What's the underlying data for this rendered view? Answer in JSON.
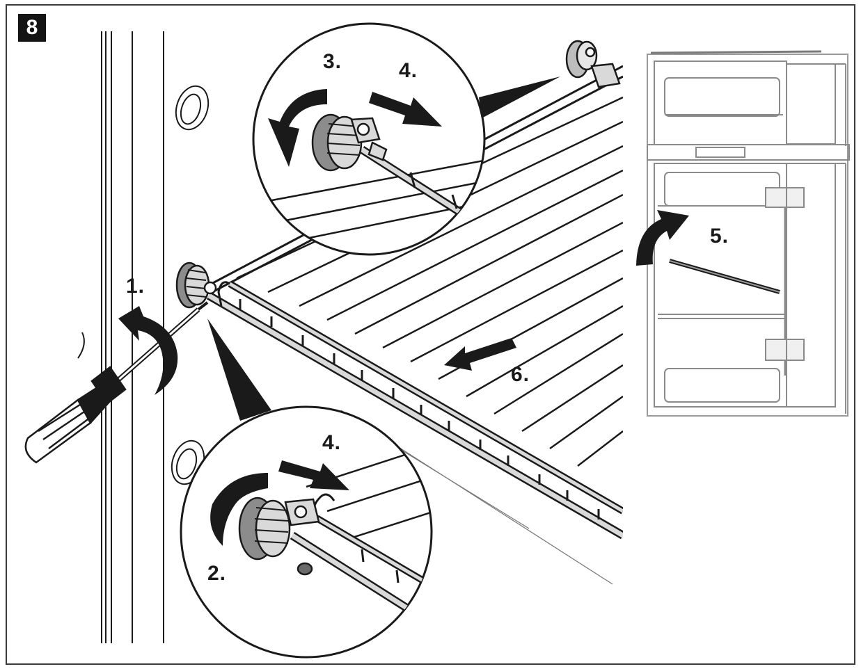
{
  "figure": {
    "number": "8",
    "steps": {
      "s1": "1.",
      "s2": "2.",
      "s3": "3.",
      "s4a": "4.",
      "s4b": "4.",
      "s5": "5.",
      "s6": "6."
    },
    "icons": [
      "screwdriver-icon",
      "rotate-arrow-icon",
      "push-arrow-icon",
      "refrigerator-icon"
    ],
    "colors": {
      "ink": "#1a1a1a",
      "shelf_fill": "#d9d9d9",
      "fridge_line": "#8a8a8a"
    }
  }
}
